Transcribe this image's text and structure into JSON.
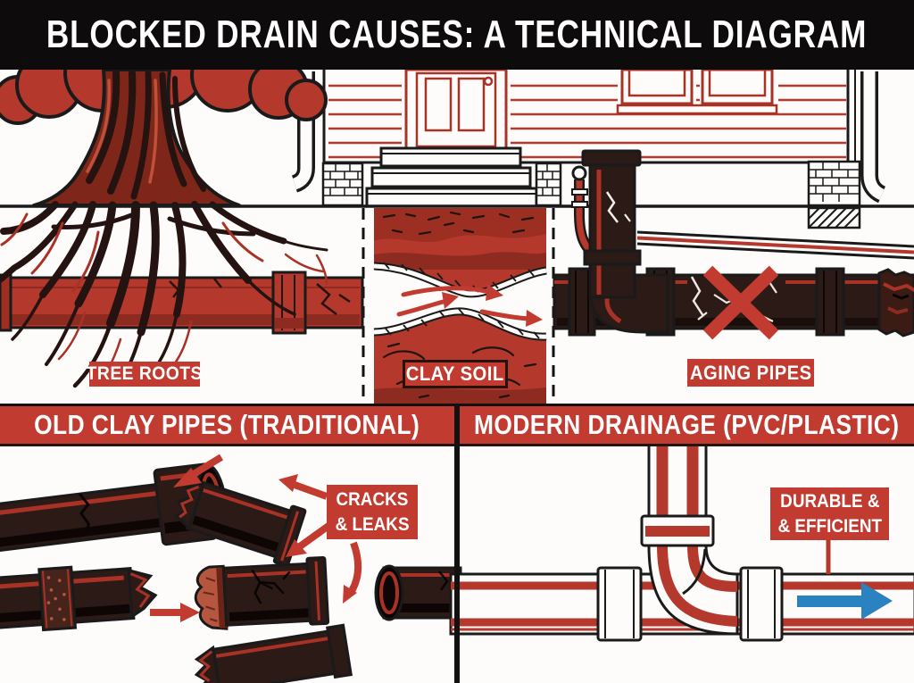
{
  "title": "BLOCKED DRAIN CAUSES: A TECHNICAL DIAGRAM",
  "upper_section": {
    "tree_roots_label": "TREE ROOTS",
    "clay_soil_label": "CLAY SOIL",
    "aging_pipes_label": "AGING PIPES"
  },
  "bottom_panels": {
    "left": {
      "header": "OLD CLAY PIPES (TRADITIONAL)",
      "callout": {
        "line1": "CRACKS",
        "line2": "& LEAKS"
      }
    },
    "right": {
      "header": "MODERN DRAINAGE (PVC/PLASTIC)",
      "callout": {
        "line1": "DURABLE &",
        "line2": "& EFFICIENT"
      }
    }
  },
  "colors": {
    "accent_red": "#c23b31",
    "soil_red": "#b5382c",
    "pipe_dark": "#2b1a16",
    "outline_black": "#1a1a1a",
    "flow_blue": "#2a82c0",
    "banner_black": "#0d0b0b"
  },
  "icons": {
    "x_mark": "x-mark-icon",
    "flow_arrow_blue": "flow-arrow-icon",
    "red_arrows": "red-arrow-icon"
  }
}
